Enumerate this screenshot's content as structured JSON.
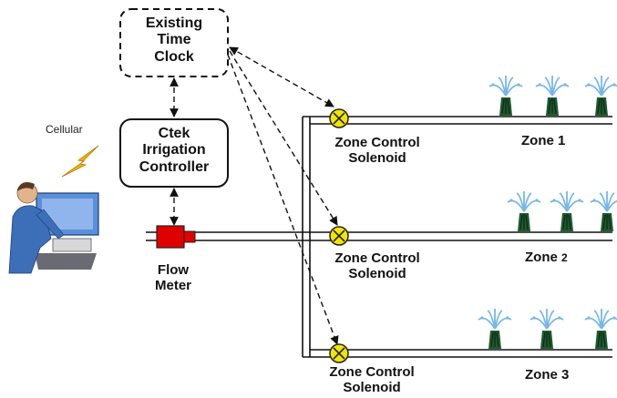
{
  "labels": {
    "time_clock": [
      "Existing",
      "Time",
      "Clock"
    ],
    "controller": [
      "Ctek",
      "Irrigation",
      "Controller"
    ],
    "cellular": "Cellular",
    "flow_meter": [
      "Flow",
      "Meter"
    ],
    "solenoid": [
      "Zone Control",
      "Solenoid"
    ],
    "zones": [
      {
        "word": "Zone",
        "num": "1"
      },
      {
        "word": "Zone",
        "num": "2"
      },
      {
        "word": "Zone",
        "num": "3"
      }
    ]
  },
  "colors": {
    "flow_meter": "#e00000",
    "solenoid": "#f2e600",
    "sprinkler": "#1f5a2e",
    "spray": "#78b7e6",
    "lightning": "#f0b400"
  },
  "icons": [
    "clock-box",
    "controller-box",
    "person-computer-icon",
    "lightning-icon",
    "flow-meter-icon",
    "solenoid-icon",
    "sprinkler-icon"
  ]
}
